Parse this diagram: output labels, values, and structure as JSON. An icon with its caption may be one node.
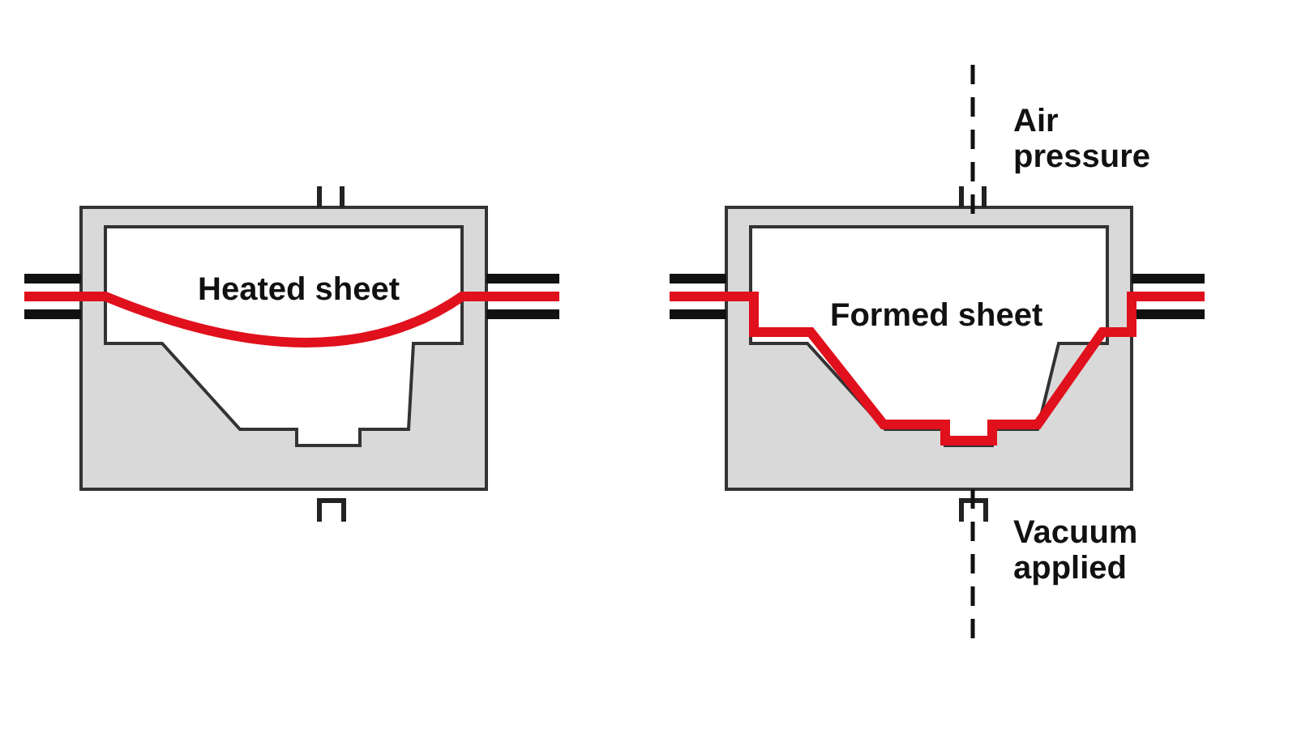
{
  "diagram": {
    "labels": [
      "Air pressure",
      "Heated sheet",
      "Formed sheet",
      "Vacuum applied"
    ]
  }
}
